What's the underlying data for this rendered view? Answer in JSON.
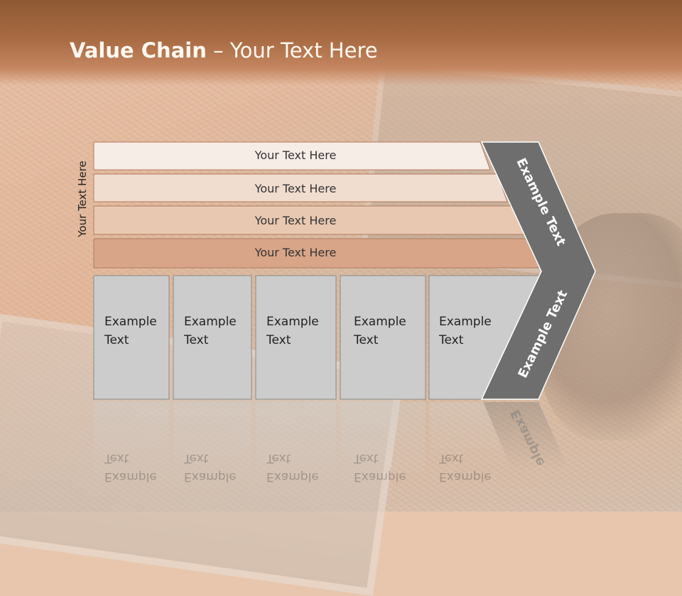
{
  "slide": {
    "title_bold": "Value Chain",
    "title_rest": " – Your Text Here",
    "side_label": "Your Text Here"
  },
  "support_rows": [
    {
      "label": "Your Text Here",
      "color": "#f7ede7"
    },
    {
      "label": "Your Text Here",
      "color": "#f1dcd0"
    },
    {
      "label": "Your Text Here",
      "color": "#e9c8b1"
    },
    {
      "label": "Your Text Here",
      "color": "#d9a588"
    }
  ],
  "primary_activities": [
    {
      "line1": "Example",
      "line2": "Text"
    },
    {
      "line1": "Example",
      "line2": "Text"
    },
    {
      "line1": "Example",
      "line2": "Text"
    },
    {
      "line1": "Example",
      "line2": "Text"
    },
    {
      "line1": "Example",
      "line2": "Text"
    }
  ],
  "arrow_labels": {
    "upper": "Example Text",
    "lower": "Example Text",
    "reflection": "Example"
  },
  "colors": {
    "header": "#a86a42",
    "box_fill": "#cccccc",
    "arrow_fill": "#6e6e6e"
  }
}
